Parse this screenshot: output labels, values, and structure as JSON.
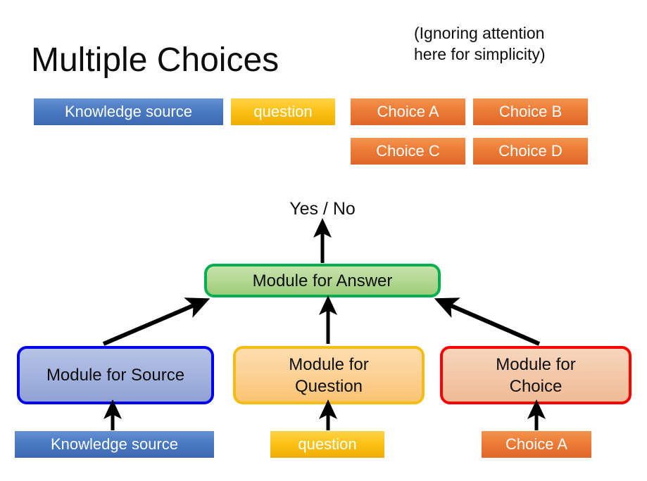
{
  "slide": {
    "title": "Multiple Choices",
    "note_line1": "(Ignoring attention",
    "note_line2": "here for simplicity)",
    "background": "#ffffff"
  },
  "legend": {
    "knowledge_source": "Knowledge source",
    "question": "question",
    "choice_a": "Choice A",
    "choice_b": "Choice B",
    "choice_c": "Choice C",
    "choice_d": "Choice D",
    "colors": {
      "blue": "#4a7ac2",
      "gold": "#fcc318",
      "orange": "#ec7c36"
    }
  },
  "diagram": {
    "output_label": "Yes / No",
    "module_answer": "Module for Answer",
    "module_source": "Module for Source",
    "module_question_line1": "Module for",
    "module_question_line2": "Question",
    "module_choice_line1": "Module for",
    "module_choice_line2": "Choice",
    "input_knowledge_source": "Knowledge source",
    "input_question": "question",
    "input_choice_a": "Choice A",
    "colors": {
      "answer_border": "#00b04f",
      "answer_fill": "#b3d894",
      "source_border": "#0000f0",
      "source_fill": "#a4b3de",
      "question_border": "#f5bc12",
      "question_fill": "#fcd195",
      "choice_border": "#fc0000",
      "choice_fill": "#f4c8a8",
      "arrow": "#000000"
    }
  }
}
